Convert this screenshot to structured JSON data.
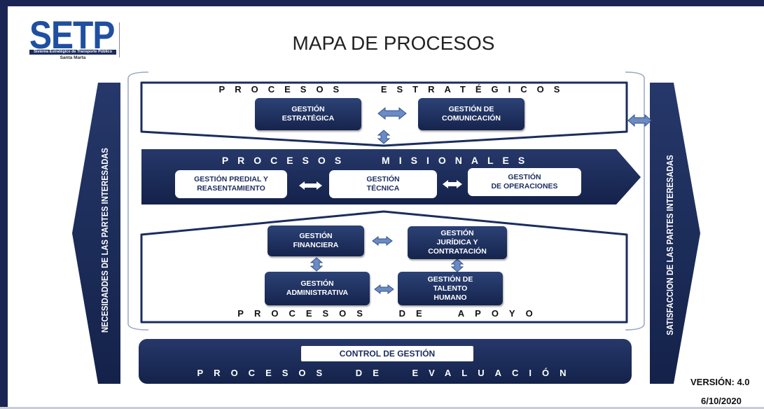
{
  "logo": {
    "name": "SETP",
    "subtitle": "Sistema Estratégico de Transporte Público",
    "city": "Santa Marta"
  },
  "title": "MAPA DE PROCESOS",
  "left_arrow": "NECESIDADDES DE LAS PARTES INTERESADAS",
  "right_arrow": "SATISFACCION DE LAS PARTES INTERESADAS",
  "estrategicos": {
    "title": "PROCESOS ESTRATÉGICOS",
    "items": [
      "GESTIÓN\nESTRATÉGICA",
      "GESTIÓN DE\nCOMUNICACIÓN"
    ]
  },
  "misionales": {
    "title": "PROCESOS MISIONALES",
    "items": [
      "GESTIÓN PREDIAL Y\nREASENTAMIENTO",
      "GESTIÓN\nTÉCNICA",
      "GESTIÓN\nDE OPERACIONES"
    ]
  },
  "apoyo": {
    "title": "PROCESOS DE APOYO",
    "items": [
      "GESTIÓN\nFINANCIERA",
      "GESTIÓN\nJURÍDICA Y\nCONTRATACIÓN",
      "GESTIÓN\nADMINISTRATIVA",
      "GESTIÓN DE\nTALENTO\nHUMANO"
    ]
  },
  "evaluacion": {
    "title": "PROCESOS DE EVALUACIÓN",
    "items": [
      "CONTROL DE GESTIÓN"
    ]
  },
  "version": "VERSIÓN: 4.0",
  "date": "6/10/2020",
  "colors": {
    "navy": "#1b2d5e",
    "arrow": "#6a8bc3",
    "logo": "#1f4fa0"
  }
}
